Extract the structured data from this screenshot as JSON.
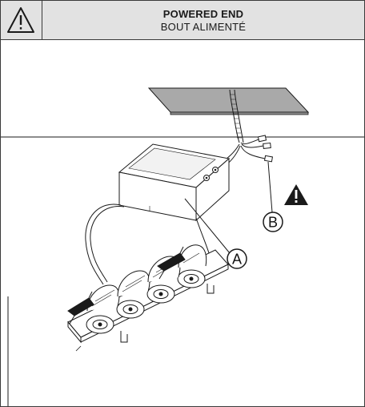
{
  "header": {
    "title": "POWERED END",
    "subtitle": "BOUT ALIMENTÉ",
    "icon": "warning-triangle-outline-icon"
  },
  "callouts": {
    "a": "A",
    "b": "B"
  },
  "icons": {
    "caution": "warning-triangle-solid-icon"
  },
  "colors": {
    "line": "#1a1a1a",
    "header_bg": "#e2e2e2",
    "ceiling_panel": "#a9a9a9"
  }
}
